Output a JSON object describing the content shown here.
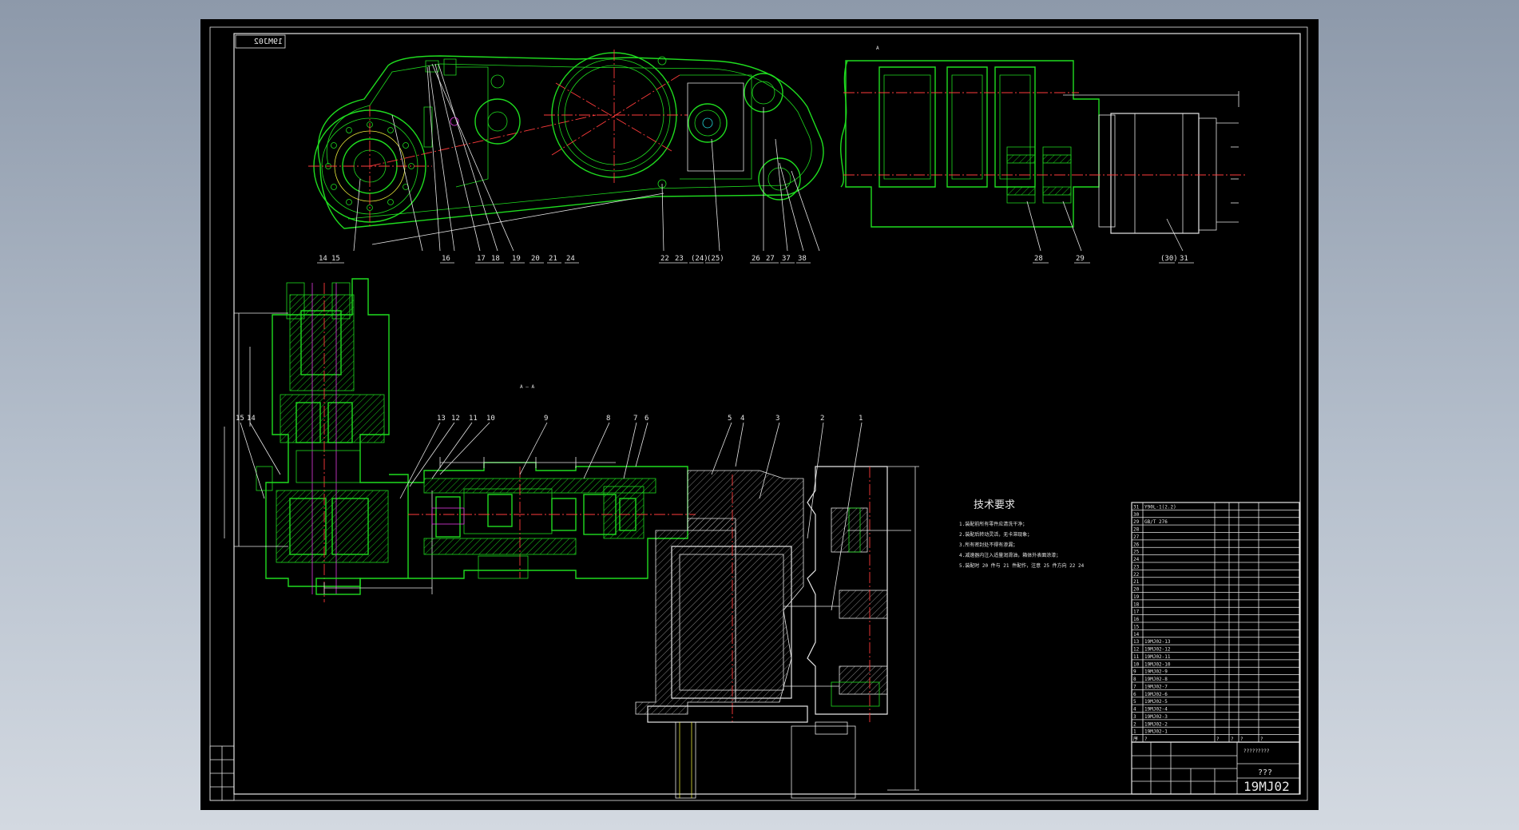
{
  "drawing": {
    "code": "19MJ02",
    "code_mirrored": "19MJ02",
    "title": "???",
    "title_top": "?????????",
    "section_label": "A — A",
    "view_label": "A",
    "tech_requirements": {
      "heading": "技术要求",
      "lines": [
        "1.装配前所有零件应清洗干净；",
        "2.装配后转动灵活，无卡滞现象；",
        "3.所有密封处不得有渗漏；",
        "4.减速器内注入适量润滑油，箱体外表面涂漆；",
        "5.装配时 20 件与 21 件配作，注意 25 件方向 22 24"
      ]
    },
    "top_view_labels": [
      "14",
      "15",
      "16",
      "17",
      "18",
      "19",
      "20",
      "21",
      "24",
      "22",
      "23",
      "(24)",
      "(25)",
      "26",
      "27",
      "37",
      "38"
    ],
    "right_view_labels": [
      "28",
      "29",
      "(30)",
      "31"
    ],
    "section_labels": [
      "15",
      "14",
      "13",
      "12",
      "11",
      "10",
      "9",
      "8",
      "7",
      "6",
      "5",
      "4",
      "3",
      "2",
      "1"
    ],
    "bom_rows": [
      [
        "31",
        "Y90L-1(2.2)",
        "",
        "",
        "",
        ""
      ],
      [
        "30",
        "",
        "",
        "",
        "",
        ""
      ],
      [
        "29",
        "GB/T 276",
        "",
        "",
        "",
        ""
      ],
      [
        "28",
        "",
        "",
        "",
        "",
        ""
      ],
      [
        "27",
        "",
        "",
        "",
        "",
        ""
      ],
      [
        "26",
        "",
        "",
        "",
        "",
        ""
      ],
      [
        "25",
        "",
        "",
        "",
        "",
        ""
      ],
      [
        "24",
        "",
        "",
        "",
        "",
        ""
      ],
      [
        "23",
        "",
        "",
        "",
        "",
        ""
      ],
      [
        "22",
        "",
        "",
        "",
        "",
        ""
      ],
      [
        "21",
        "",
        "",
        "",
        "",
        ""
      ],
      [
        "20",
        "",
        "",
        "",
        "",
        ""
      ],
      [
        "19",
        "",
        "",
        "",
        "",
        ""
      ],
      [
        "18",
        "",
        "",
        "",
        "",
        ""
      ],
      [
        "17",
        "",
        "",
        "",
        "",
        ""
      ],
      [
        "16",
        "",
        "",
        "",
        "",
        ""
      ],
      [
        "15",
        "",
        "",
        "",
        "",
        ""
      ],
      [
        "14",
        "",
        "",
        "",
        "",
        ""
      ],
      [
        "13",
        "19MJ02-13",
        "",
        "",
        "",
        ""
      ],
      [
        "12",
        "19MJ02-12",
        "",
        "",
        "",
        ""
      ],
      [
        "11",
        "19MJ02-11",
        "",
        "",
        "",
        ""
      ],
      [
        "10",
        "19MJ02-10",
        "",
        "",
        "",
        ""
      ],
      [
        "9",
        "19MJ02-9",
        "",
        "",
        "",
        ""
      ],
      [
        "8",
        "19MJ02-8",
        "",
        "",
        "",
        ""
      ],
      [
        "7",
        "19MJ02-7",
        "",
        "",
        "",
        ""
      ],
      [
        "6",
        "19MJ02-6",
        "",
        "",
        "",
        ""
      ],
      [
        "5",
        "19MJ02-5",
        "",
        "",
        "",
        ""
      ],
      [
        "4",
        "19MJ02-4",
        "",
        "",
        "",
        ""
      ],
      [
        "3",
        "19MJ02-3",
        "",
        "",
        "",
        ""
      ],
      [
        "2",
        "19MJ02-2",
        "",
        "",
        "",
        ""
      ],
      [
        "1",
        "19MJ02-1",
        "",
        "",
        "",
        ""
      ]
    ],
    "bom_header": [
      "序",
      "?",
      "?",
      "?",
      "?",
      "?"
    ]
  }
}
